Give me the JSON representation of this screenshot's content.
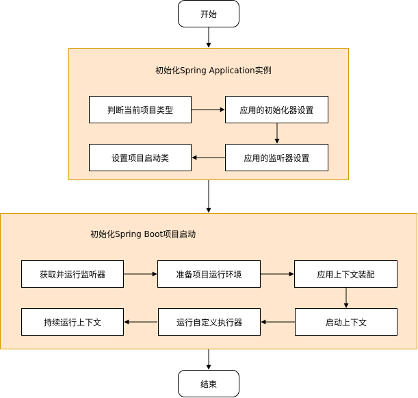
{
  "colors": {
    "group_fill": "#ffe6cc",
    "group_border": "#d79b00",
    "node_fill": "#ffffff",
    "stroke": "#000000"
  },
  "nodes": {
    "start": "开始",
    "end": "结束"
  },
  "group1": {
    "title": "初始化Spring Application实例",
    "steps": [
      "判断当前项目类型",
      "应用的初始化器设置",
      "应用的监听器设置",
      "设置项目启动类"
    ]
  },
  "group2": {
    "title": "初始化Spring Boot项目启动",
    "steps": [
      "获取并运行监听器",
      "准备项目运行环境",
      "应用上下文装配",
      "启动上下文",
      "运行自定义执行器",
      "持续运行上下文"
    ]
  }
}
